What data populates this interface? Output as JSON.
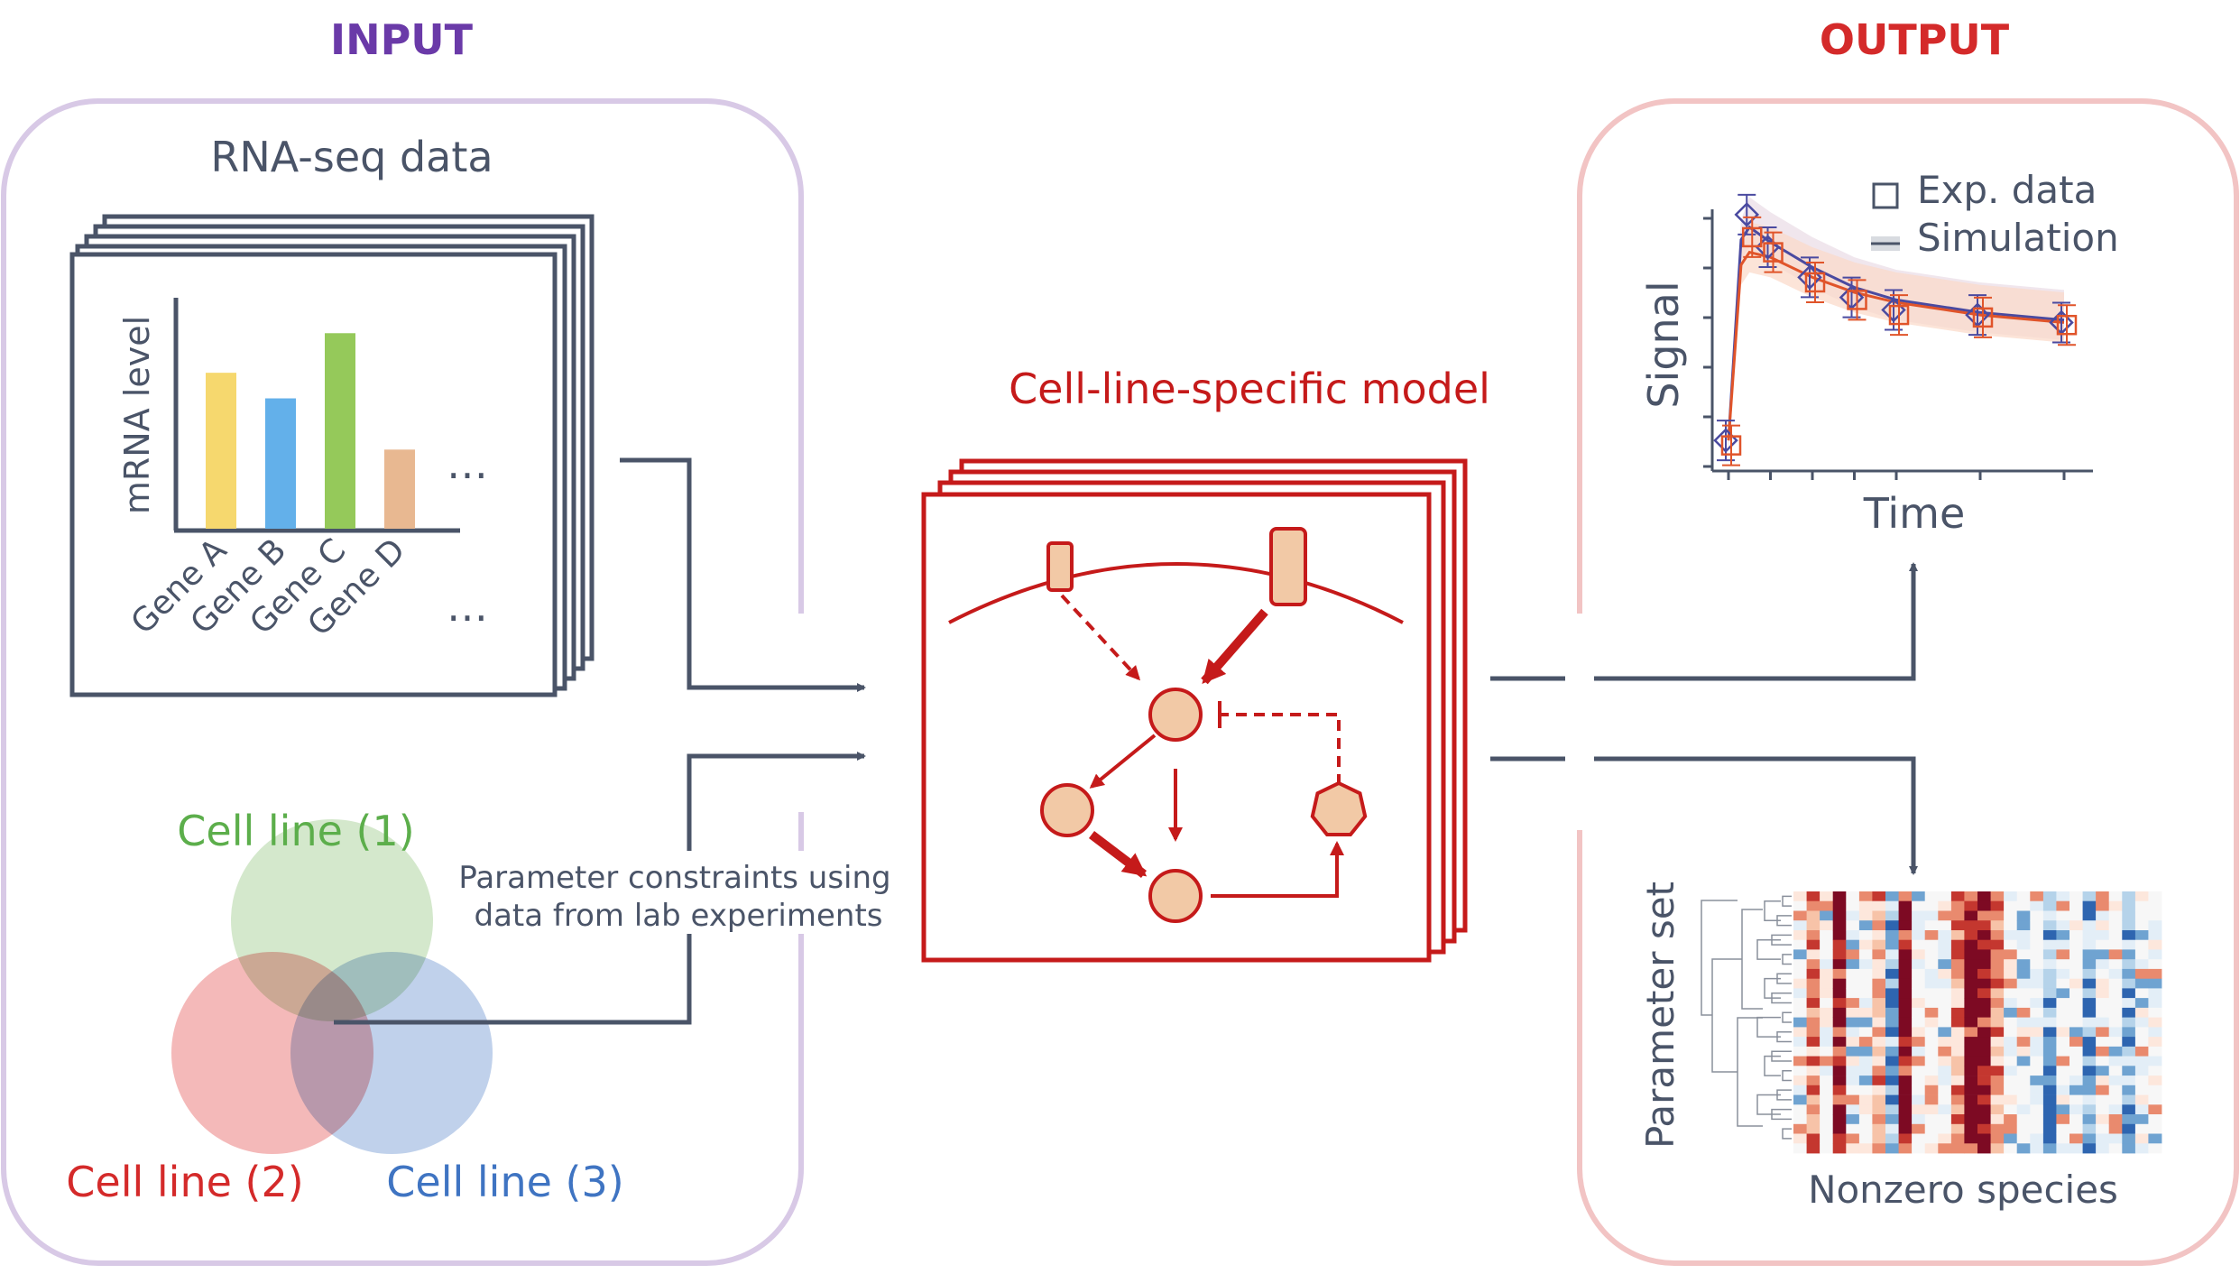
{
  "headers": {
    "input": "INPUT",
    "output": "OUTPUT"
  },
  "rnaseq": {
    "title": "RNA-seq data",
    "ylabel": "mRNA level",
    "genes": [
      "Gene A",
      "Gene B",
      "Gene C",
      "Gene D"
    ],
    "bar_values": [
      0.67,
      0.56,
      0.84,
      0.34
    ],
    "bar_colors": [
      "#f6d86e",
      "#63b0ea",
      "#95c95a",
      "#e8b891"
    ],
    "ellipsis_bars": "…",
    "ellipsis_genes": "…"
  },
  "venn": {
    "labels": [
      "Cell line (1)",
      "Cell line (2)",
      "Cell line (3)"
    ],
    "label_colors": [
      "#5cae4b",
      "#d42a2a",
      "#3f74c2"
    ],
    "circle_colors": [
      "#cfe6c7",
      "#f2adad",
      "#b5c9e8"
    ]
  },
  "constraints_label": [
    "Parameter constraints using",
    "data from lab experiments"
  ],
  "model": {
    "title": "Cell-line-specific model"
  },
  "output_chart": {
    "legend_exp": "Exp. data",
    "legend_sim": "Simulation",
    "ylabel": "Signal",
    "xlabel": "Time"
  },
  "chart_data": {
    "type": "line",
    "xlabel": "Time",
    "ylabel": "Signal",
    "series": [
      {
        "name": "Exp. data",
        "x": [
          0,
          0.5,
          1,
          2,
          3,
          4,
          6,
          8
        ],
        "y": [
          0.05,
          0.95,
          0.82,
          0.7,
          0.62,
          0.57,
          0.55,
          0.52
        ]
      },
      {
        "name": "Exp. data",
        "x": [
          0,
          0.5,
          1,
          2,
          3,
          4,
          6,
          8
        ],
        "y": [
          0.03,
          0.86,
          0.8,
          0.68,
          0.61,
          0.55,
          0.54,
          0.51
        ]
      },
      {
        "name": "Simulation",
        "x": [
          0,
          0.3,
          0.5,
          1,
          2,
          3,
          4,
          6,
          8
        ],
        "y": [
          0.05,
          0.85,
          0.9,
          0.84,
          0.74,
          0.66,
          0.61,
          0.56,
          0.53
        ]
      },
      {
        "name": "Simulation",
        "x": [
          0,
          0.3,
          0.5,
          1,
          2,
          3,
          4,
          6,
          8
        ],
        "y": [
          0.05,
          0.75,
          0.8,
          0.78,
          0.7,
          0.64,
          0.6,
          0.55,
          0.52
        ]
      }
    ]
  },
  "heatmap": {
    "ylabel": "Parameter set",
    "xlabel": "Nonzero species",
    "rows": 27,
    "cols": 28,
    "dark_red_cols": [
      3,
      8,
      13,
      14
    ],
    "red_cols": [
      1,
      6,
      12,
      15
    ],
    "blue_cols": [
      7,
      19,
      22,
      25
    ]
  },
  "colors": {
    "input_box": "#d8c9e6",
    "output_box": "#f2c4c4",
    "input_title": "#6a3aa8",
    "output_title": "#d42a2a",
    "arrow": "#4a5468",
    "model": "#c51a1a",
    "node_fill": "#f2c9a6",
    "text": "#4a5468"
  }
}
